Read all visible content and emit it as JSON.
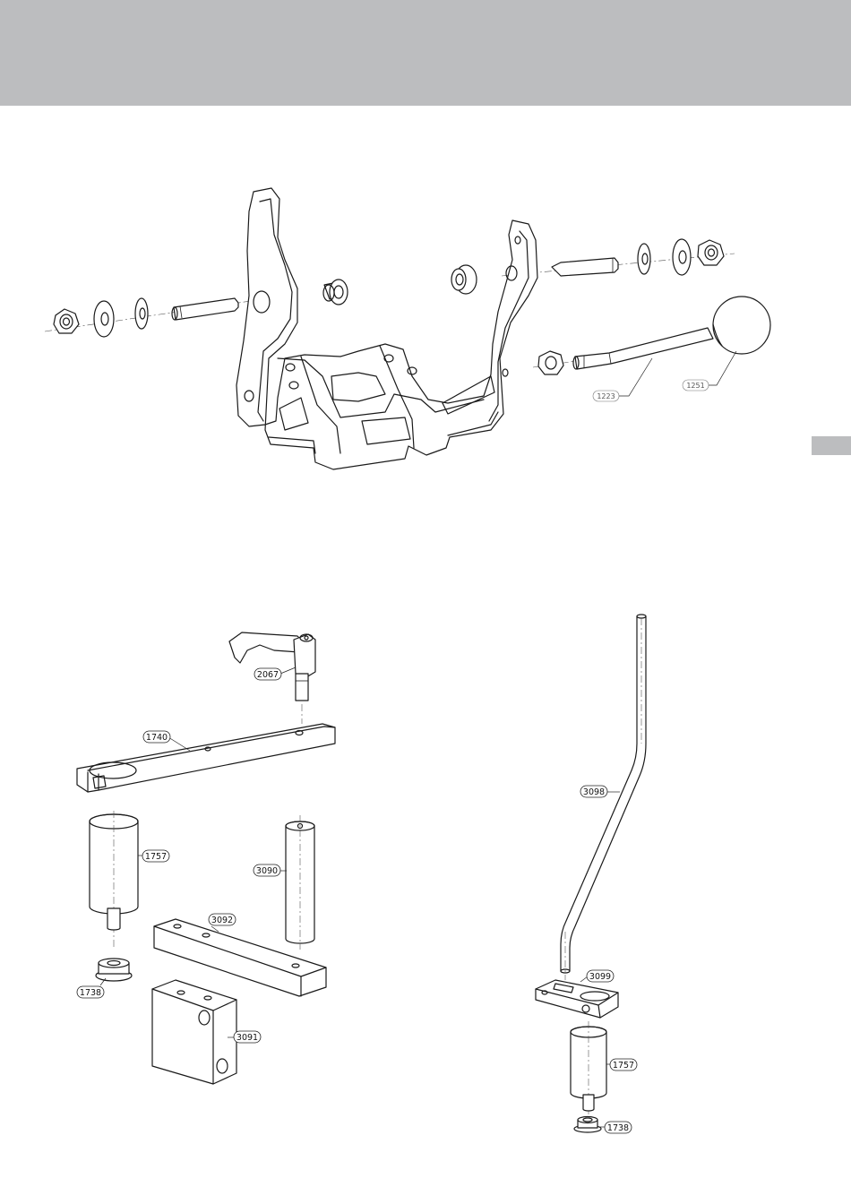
{
  "colors": {
    "band": "#bcbdbf",
    "line": "#1a1a1a",
    "paper": "#ffffff"
  },
  "callouts": {
    "p1223": "1223",
    "p1251": "1251",
    "p2067": "2067",
    "p1740": "1740",
    "p1757a": "1757",
    "p3090": "3090",
    "p3092": "3092",
    "p1738a": "1738",
    "p3091": "3091",
    "p3098": "3098",
    "p3099": "3099",
    "p1757b": "1757",
    "p1738b": "1738"
  }
}
